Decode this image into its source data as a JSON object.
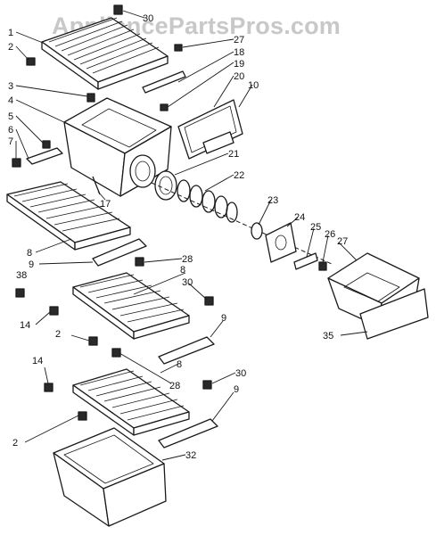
{
  "watermark": "AppliancePartsPros.com",
  "callouts": [
    {
      "id": "c1",
      "text": "1"
    },
    {
      "id": "c2a",
      "text": "2"
    },
    {
      "id": "c3",
      "text": "3"
    },
    {
      "id": "c4",
      "text": "4"
    },
    {
      "id": "c5",
      "text": "5"
    },
    {
      "id": "c6",
      "text": "6"
    },
    {
      "id": "c7",
      "text": "7"
    },
    {
      "id": "c30a",
      "text": "30"
    },
    {
      "id": "c27a",
      "text": "27"
    },
    {
      "id": "c18",
      "text": "18"
    },
    {
      "id": "c19",
      "text": "19"
    },
    {
      "id": "c20",
      "text": "20"
    },
    {
      "id": "c10",
      "text": "10"
    },
    {
      "id": "c21",
      "text": "21"
    },
    {
      "id": "c22",
      "text": "22"
    },
    {
      "id": "c17",
      "text": "17"
    },
    {
      "id": "c23",
      "text": "23"
    },
    {
      "id": "c24",
      "text": "24"
    },
    {
      "id": "c25",
      "text": "25"
    },
    {
      "id": "c26",
      "text": "26"
    },
    {
      "id": "c27b",
      "text": "27"
    },
    {
      "id": "c8a",
      "text": "8"
    },
    {
      "id": "c9a",
      "text": "9"
    },
    {
      "id": "c28a",
      "text": "28"
    },
    {
      "id": "c38",
      "text": "38"
    },
    {
      "id": "c8b",
      "text": "8"
    },
    {
      "id": "c30b",
      "text": "30"
    },
    {
      "id": "c14a",
      "text": "14"
    },
    {
      "id": "c9b",
      "text": "9"
    },
    {
      "id": "c2b",
      "text": "2"
    },
    {
      "id": "c35",
      "text": "35"
    },
    {
      "id": "c14b",
      "text": "14"
    },
    {
      "id": "c8c",
      "text": "8"
    },
    {
      "id": "c28b",
      "text": "28"
    },
    {
      "id": "c30c",
      "text": "30"
    },
    {
      "id": "c9c",
      "text": "9"
    },
    {
      "id": "c2c",
      "text": "2"
    },
    {
      "id": "c32",
      "text": "32"
    }
  ]
}
